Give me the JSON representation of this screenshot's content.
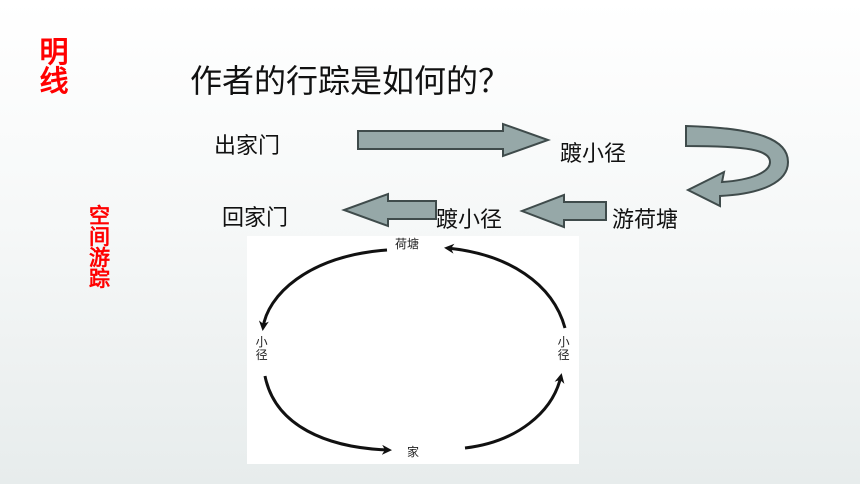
{
  "sidebar": {
    "mingxian": "明线",
    "kongjian_youzong": "空间游踪"
  },
  "question": "作者的行踪是如何的？",
  "route": {
    "start": "出家门",
    "path_out": "踱小径",
    "pond": "游荷塘",
    "path_back": "踱小径",
    "end": "回家门"
  },
  "cycle": {
    "top": "荷塘",
    "left": "小径",
    "right": "小径",
    "bottom": "家"
  },
  "colors": {
    "accent_red": "#ff0000",
    "arrow_fill": "#96a8a8",
    "arrow_stroke": "#3f4b4b"
  }
}
